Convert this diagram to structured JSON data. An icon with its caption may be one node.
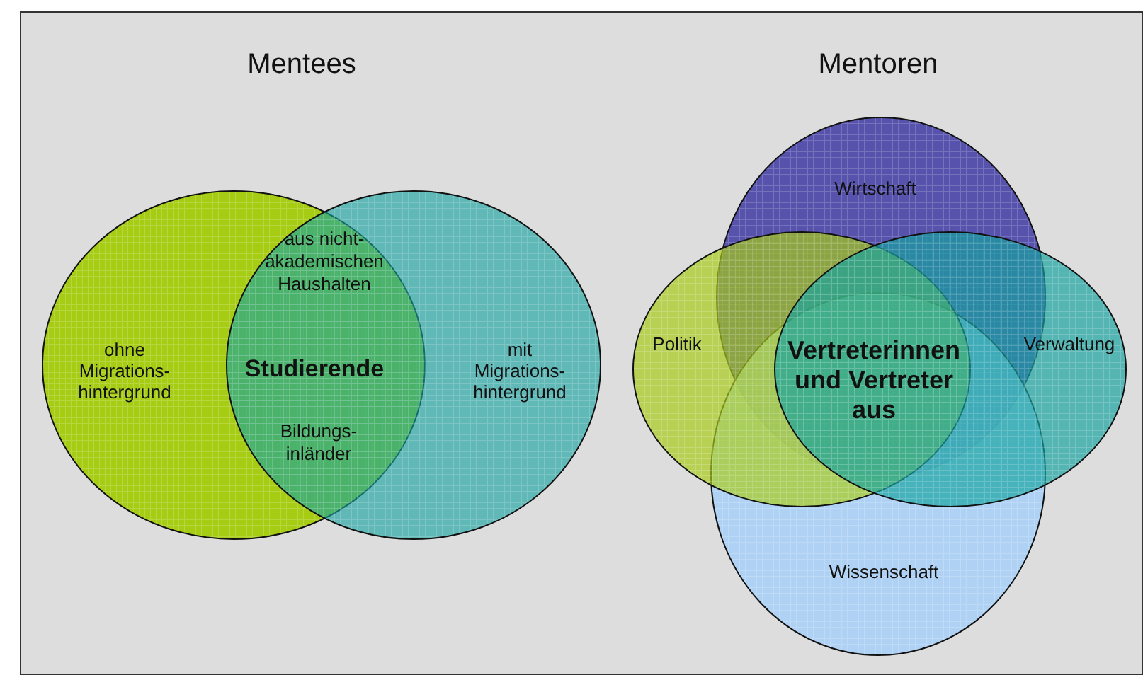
{
  "diagram": {
    "nodes": [
      {
        "text": [
          "ohne Migrations- hintergrund"
        ]
      },
      {
        "text": [
          "mit Migrations- hintergrund"
        ]
      },
      {
        "text": [
          "Wirtschaft"
        ]
      },
      {
        "text": [
          "Politik"
        ]
      },
      {
        "text": [
          "Verwaltung"
        ]
      },
      {
        "text": [
          "Wissenschaft"
        ]
      }
    ],
    "labels": [
      "Mentees",
      "Mentoren",
      "aus nicht- akademischen Haushalten",
      "Studierende",
      "Bildungs- inländer",
      "Vertreterinnen und Vertreter aus"
    ]
  }
}
